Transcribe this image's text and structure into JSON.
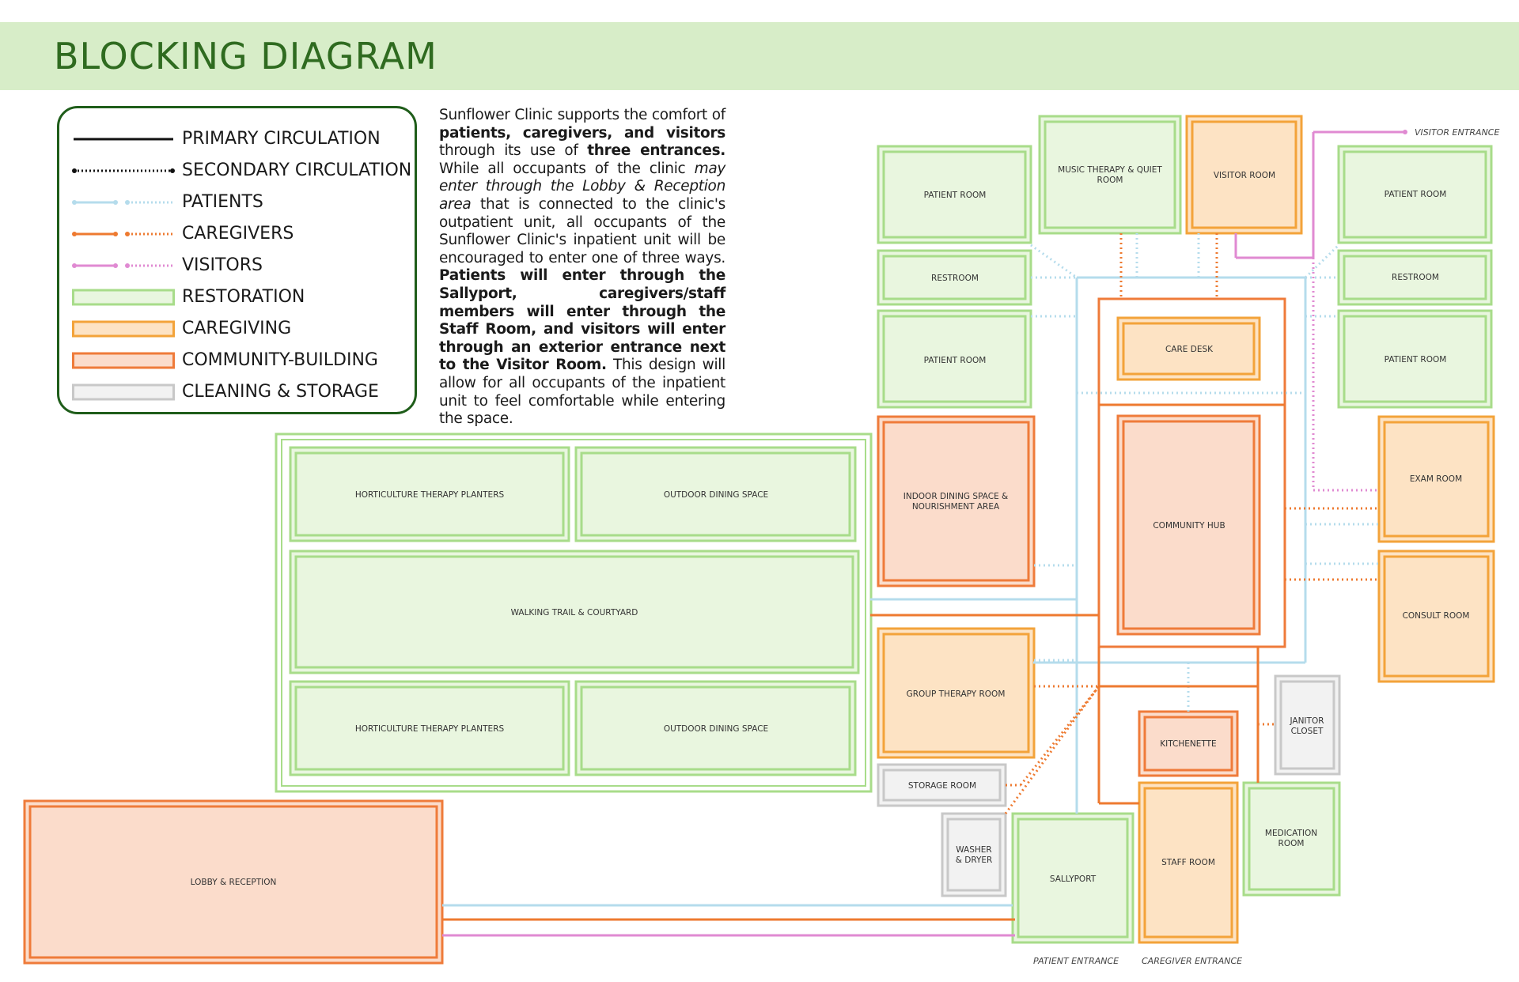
{
  "header": {
    "title": "BLOCKING DIAGRAM"
  },
  "legend": {
    "items": [
      {
        "label": "PRIMARY CIRCULATION",
        "kind": "primary-line"
      },
      {
        "label": "SECONDARY CIRCULATION",
        "kind": "secondary-line"
      },
      {
        "label": "PATIENTS",
        "kind": "patients-line"
      },
      {
        "label": "CAREGIVERS",
        "kind": "caregivers-line"
      },
      {
        "label": "VISITORS",
        "kind": "visitors-line"
      },
      {
        "label": "RESTORATION",
        "kind": "restoration-fill"
      },
      {
        "label": "CAREGIVING",
        "kind": "caregiving-fill"
      },
      {
        "label": "COMMUNITY-BUILDING",
        "kind": "community-fill"
      },
      {
        "label": "CLEANING & STORAGE",
        "kind": "cleaning-fill"
      }
    ]
  },
  "description": {
    "segments": [
      {
        "text": "Sunflower Clinic supports the comfort of ",
        "style": "normal"
      },
      {
        "text": "patients, caregivers, and visitors",
        "style": "bold"
      },
      {
        "text": " through its use of ",
        "style": "normal"
      },
      {
        "text": "three entrances.",
        "style": "bold"
      },
      {
        "text": " While all occupants of the clinic ",
        "style": "normal"
      },
      {
        "text": "may enter through the Lobby & Reception area",
        "style": "italic"
      },
      {
        "text": " that is connected to the clinic's outpatient unit, all occupants of the Sunflower Clinic's inpatient unit will be encouraged to enter one of three ways. ",
        "style": "normal"
      },
      {
        "text": "Patients will enter through the Sallyport, caregivers/staff members will enter through the Staff Room, and visitors will enter through an exterior entrance next to the Visitor Room.",
        "style": "bold"
      },
      {
        "text": " This design will allow for all occupants of the inpatient unit to feel comfortable while entering the space.",
        "style": "normal"
      }
    ]
  },
  "colors": {
    "restoration_stroke": "#a8dc8a",
    "restoration_fill": "#e9f6df",
    "caregiving_stroke": "#f3a33a",
    "caregiving_fill": "#fde3c4",
    "community_stroke": "#ef7b3a",
    "community_fill": "#fbdccb",
    "cleaning_stroke": "#c8c8c8",
    "cleaning_fill": "#f2f2f2",
    "patients_line": "#b5dcec",
    "caregivers_line": "#ee7a30",
    "visitors_line": "#e08ad2"
  },
  "rooms": {
    "horticulture_1": "HORTICULTURE THERAPY PLANTERS",
    "outdoor_dining_1": "OUTDOOR DINING SPACE",
    "walking_trail": "WALKING TRAIL & COURTYARD",
    "horticulture_2": "HORTICULTURE THERAPY PLANTERS",
    "outdoor_dining_2": "OUTDOOR DINING SPACE",
    "lobby": "LOBBY & RECEPTION",
    "patient_room_l1": "PATIENT ROOM",
    "restroom_l": "RESTROOM",
    "patient_room_l2": "PATIENT ROOM",
    "music_therapy_1": "MUSIC THERAPY & QUIET",
    "music_therapy_2": "ROOM",
    "visitor_room": "VISITOR ROOM",
    "patient_room_r1": "PATIENT ROOM",
    "restroom_r": "RESTROOM",
    "patient_room_r2": "PATIENT ROOM",
    "care_desk": "CARE DESK",
    "indoor_dining_1": "INDOOR DINING SPACE &",
    "indoor_dining_2": "NOURISHMENT AREA",
    "community_hub": "COMMUNITY HUB",
    "exam_room": "EXAM ROOM",
    "consult_room": "CONSULT ROOM",
    "group_therapy": "GROUP THERAPY ROOM",
    "kitchenette": "KITCHENETTE",
    "janitor_1": "JANITOR",
    "janitor_2": "CLOSET",
    "storage_room": "STORAGE ROOM",
    "washer_1": "WASHER",
    "washer_2": "& DRYER",
    "sallyport": "SALLYPORT",
    "staff_room": "STAFF ROOM",
    "medication_1": "MEDICATION",
    "medication_2": "ROOM"
  },
  "entrances": {
    "visitor": "VISITOR ENTRANCE",
    "patient": "PATIENT ENTRANCE",
    "caregiver": "CAREGIVER ENTRANCE"
  }
}
